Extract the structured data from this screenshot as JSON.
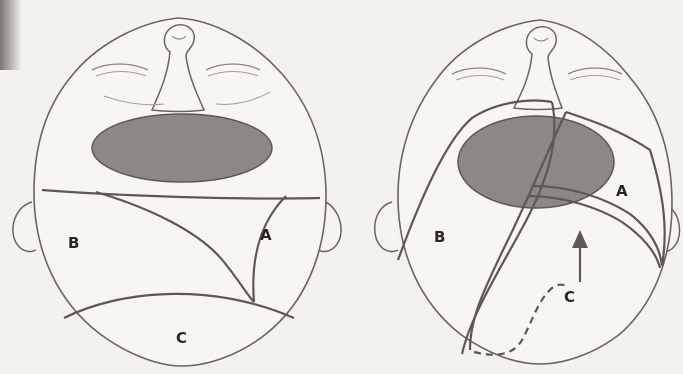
{
  "left_figure": {
    "labels": {
      "a": "A",
      "b": "B",
      "c": "C"
    }
  },
  "right_figure": {
    "labels": {
      "a": "A",
      "b": "B",
      "c": "C"
    }
  },
  "colors": {
    "background": "#f4f2ef",
    "skin_outline": "#6a6464",
    "sketch_line": "#8b8585",
    "defect_fill": "#8c8886",
    "flap_line": "#5d5758",
    "label_text": "#2a2626"
  }
}
